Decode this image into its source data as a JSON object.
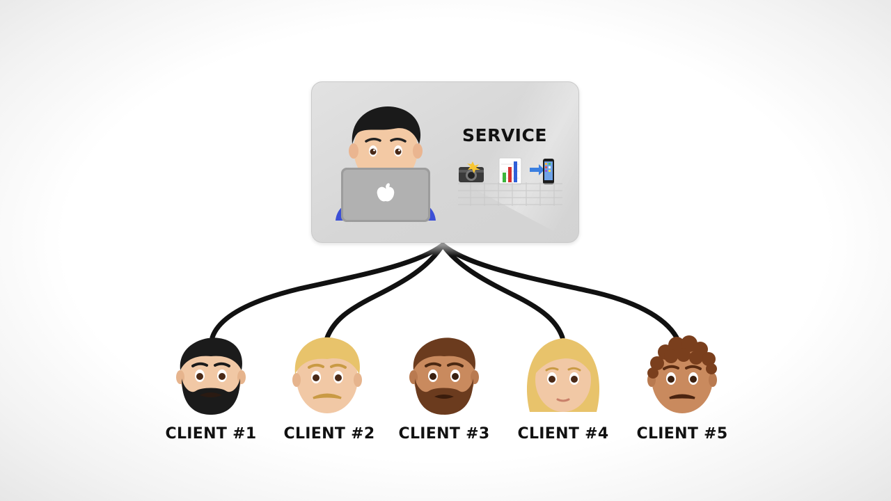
{
  "service": {
    "title": "SERVICE",
    "icons": [
      "camera-flash-icon",
      "bar-chart-icon",
      "phone-arrow-icon"
    ]
  },
  "clients": [
    {
      "label": "CLIENT #1",
      "avatar": "bearded-man-dark-hair-emoji"
    },
    {
      "label": "CLIENT #2",
      "avatar": "blond-man-mustache-emoji"
    },
    {
      "label": "CLIENT #3",
      "avatar": "bearded-man-brown-skin-emoji"
    },
    {
      "label": "CLIENT #4",
      "avatar": "blond-woman-emoji"
    },
    {
      "label": "CLIENT #5",
      "avatar": "curly-hair-man-mustache-emoji"
    }
  ],
  "colors": {
    "connector": "#111111",
    "card": "#d8d8d8",
    "text": "#111111"
  }
}
